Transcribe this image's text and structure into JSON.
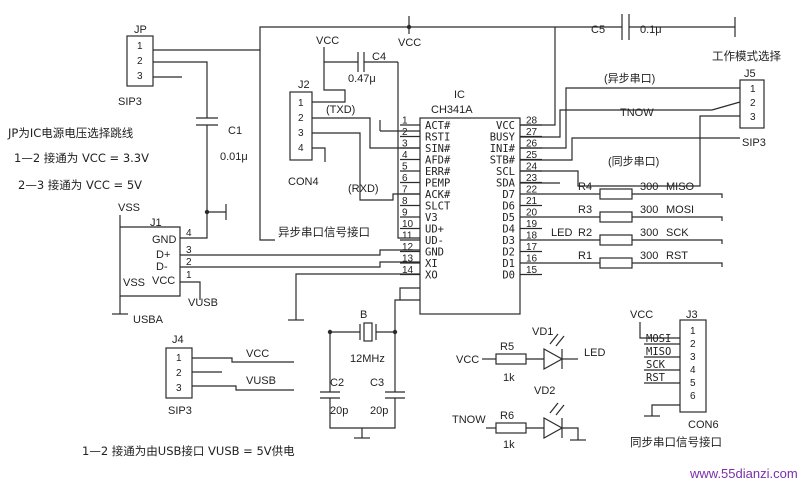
{
  "ic": {
    "designator": "IC",
    "part": "CH341A",
    "left_pins": [
      {
        "num": "1",
        "name": "ACT#"
      },
      {
        "num": "2",
        "name": "RSTI"
      },
      {
        "num": "3",
        "name": "SIN#"
      },
      {
        "num": "4",
        "name": "AFD#"
      },
      {
        "num": "5",
        "name": "ERR#"
      },
      {
        "num": "6",
        "name": "PEMP"
      },
      {
        "num": "7",
        "name": "ACK#"
      },
      {
        "num": "8",
        "name": "SLCT"
      },
      {
        "num": "9",
        "name": "V3"
      },
      {
        "num": "10",
        "name": "UD+"
      },
      {
        "num": "11",
        "name": "UD-"
      },
      {
        "num": "12",
        "name": "GND"
      },
      {
        "num": "13",
        "name": "XI"
      },
      {
        "num": "14",
        "name": "XO"
      }
    ],
    "right_pins": [
      {
        "num": "28",
        "name": "VCC"
      },
      {
        "num": "27",
        "name": "BUSY"
      },
      {
        "num": "26",
        "name": "INI#"
      },
      {
        "num": "25",
        "name": "STB#"
      },
      {
        "num": "24",
        "name": "SCL"
      },
      {
        "num": "23",
        "name": "SDA"
      },
      {
        "num": "22",
        "name": "D7"
      },
      {
        "num": "21",
        "name": "D6"
      },
      {
        "num": "20",
        "name": "D5"
      },
      {
        "num": "19",
        "name": "D4"
      },
      {
        "num": "18",
        "name": "D3"
      },
      {
        "num": "17",
        "name": "D2"
      },
      {
        "num": "16",
        "name": "D1"
      },
      {
        "num": "15",
        "name": "D0"
      }
    ]
  },
  "jp": {
    "designator": "JP",
    "pins": [
      "1",
      "2",
      "3"
    ],
    "type": "SIP3"
  },
  "notes": {
    "jp_title": "JP为IC电源电压选择跳线",
    "jp_opt1": "1—2 接通为 VCC = 3.3V",
    "jp_opt2": "2—3 接通为 VCC = 5V",
    "usb_note": "1—2 接通为由USB接口 VUSB = 5V供电",
    "async_port": "异步串口信号接口",
    "sync_port": "同步串口信号接口"
  },
  "c1": {
    "ref": "C1",
    "value": "0.01μ"
  },
  "c4": {
    "ref": "C4",
    "value": "0.47μ"
  },
  "c5": {
    "ref": "C5",
    "value": "0.1μ"
  },
  "c2": {
    "ref": "C2",
    "value": "20p"
  },
  "c3": {
    "ref": "C3",
    "value": "20p"
  },
  "crystal": {
    "ref": "B",
    "value": "12MHz"
  },
  "j2": {
    "designator": "J2",
    "pins": [
      "1",
      "2",
      "3",
      "4"
    ],
    "type": "CON4",
    "txd": "(TXD)",
    "rxd": "(RXD)"
  },
  "j1": {
    "designator": "J1",
    "pins": [
      "GND",
      "D+",
      "D-",
      "VCC"
    ],
    "pin_nums": [
      "4",
      "3",
      "2",
      "1"
    ],
    "vss_top": "VSS",
    "vss_bottom": "VSS",
    "type": "USBA",
    "vusb": "VUSB"
  },
  "j4": {
    "designator": "J4",
    "pins": [
      "1",
      "2",
      "3"
    ],
    "type": "SIP3",
    "net1": "VCC",
    "net3": "VUSB"
  },
  "j5": {
    "designator": "J5",
    "title": "工作模式选择",
    "pins": [
      "1",
      "2",
      "3"
    ],
    "type": "SIP3",
    "async": "(异步串口)",
    "sync": "(同步串口)",
    "tnow": "TNOW"
  },
  "j3": {
    "designator": "J3",
    "pins": [
      "1",
      "2",
      "3",
      "4",
      "5",
      "6"
    ],
    "signals": [
      "MOSI",
      "MISO",
      "SCK",
      "RST"
    ],
    "type": "CON6",
    "vcc": "VCC"
  },
  "resistors": [
    {
      "ref": "R4",
      "value": "300",
      "net": "MISO"
    },
    {
      "ref": "R3",
      "value": "300",
      "net": "MOSI"
    },
    {
      "ref": "R2",
      "value": "300",
      "net": "SCK"
    },
    {
      "ref": "R1",
      "value": "300",
      "net": "RST"
    }
  ],
  "led_net": "LED",
  "r5": {
    "ref": "R5",
    "value": "1k",
    "from": "VCC"
  },
  "r6": {
    "ref": "R6",
    "value": "1k",
    "from": "TNOW"
  },
  "vd1": {
    "ref": "VD1",
    "net": "LED"
  },
  "vd2": {
    "ref": "VD2"
  },
  "vcc_labels": {
    "top1": "VCC",
    "top2": "VCC"
  },
  "watermark": "www.55dianzi.com"
}
